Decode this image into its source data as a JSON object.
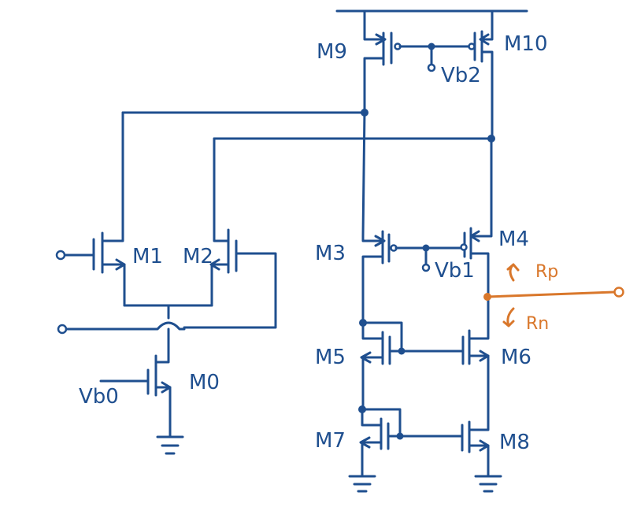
{
  "colors": {
    "wire": "#1f4f8f",
    "annotation": "#d9772b",
    "background": "#ffffff"
  },
  "labels": {
    "M9": "M9",
    "M10": "M10",
    "M1": "M1",
    "M2": "M2",
    "M3": "M3",
    "M4": "M4",
    "M5": "M5",
    "M6": "M6",
    "M7": "M7",
    "M8": "M8",
    "M0": "M0",
    "Vb2": "Vb2",
    "Vb1": "Vb1",
    "Vb0": "Vb0",
    "Rp": "Rp",
    "Rn": "Rn"
  }
}
